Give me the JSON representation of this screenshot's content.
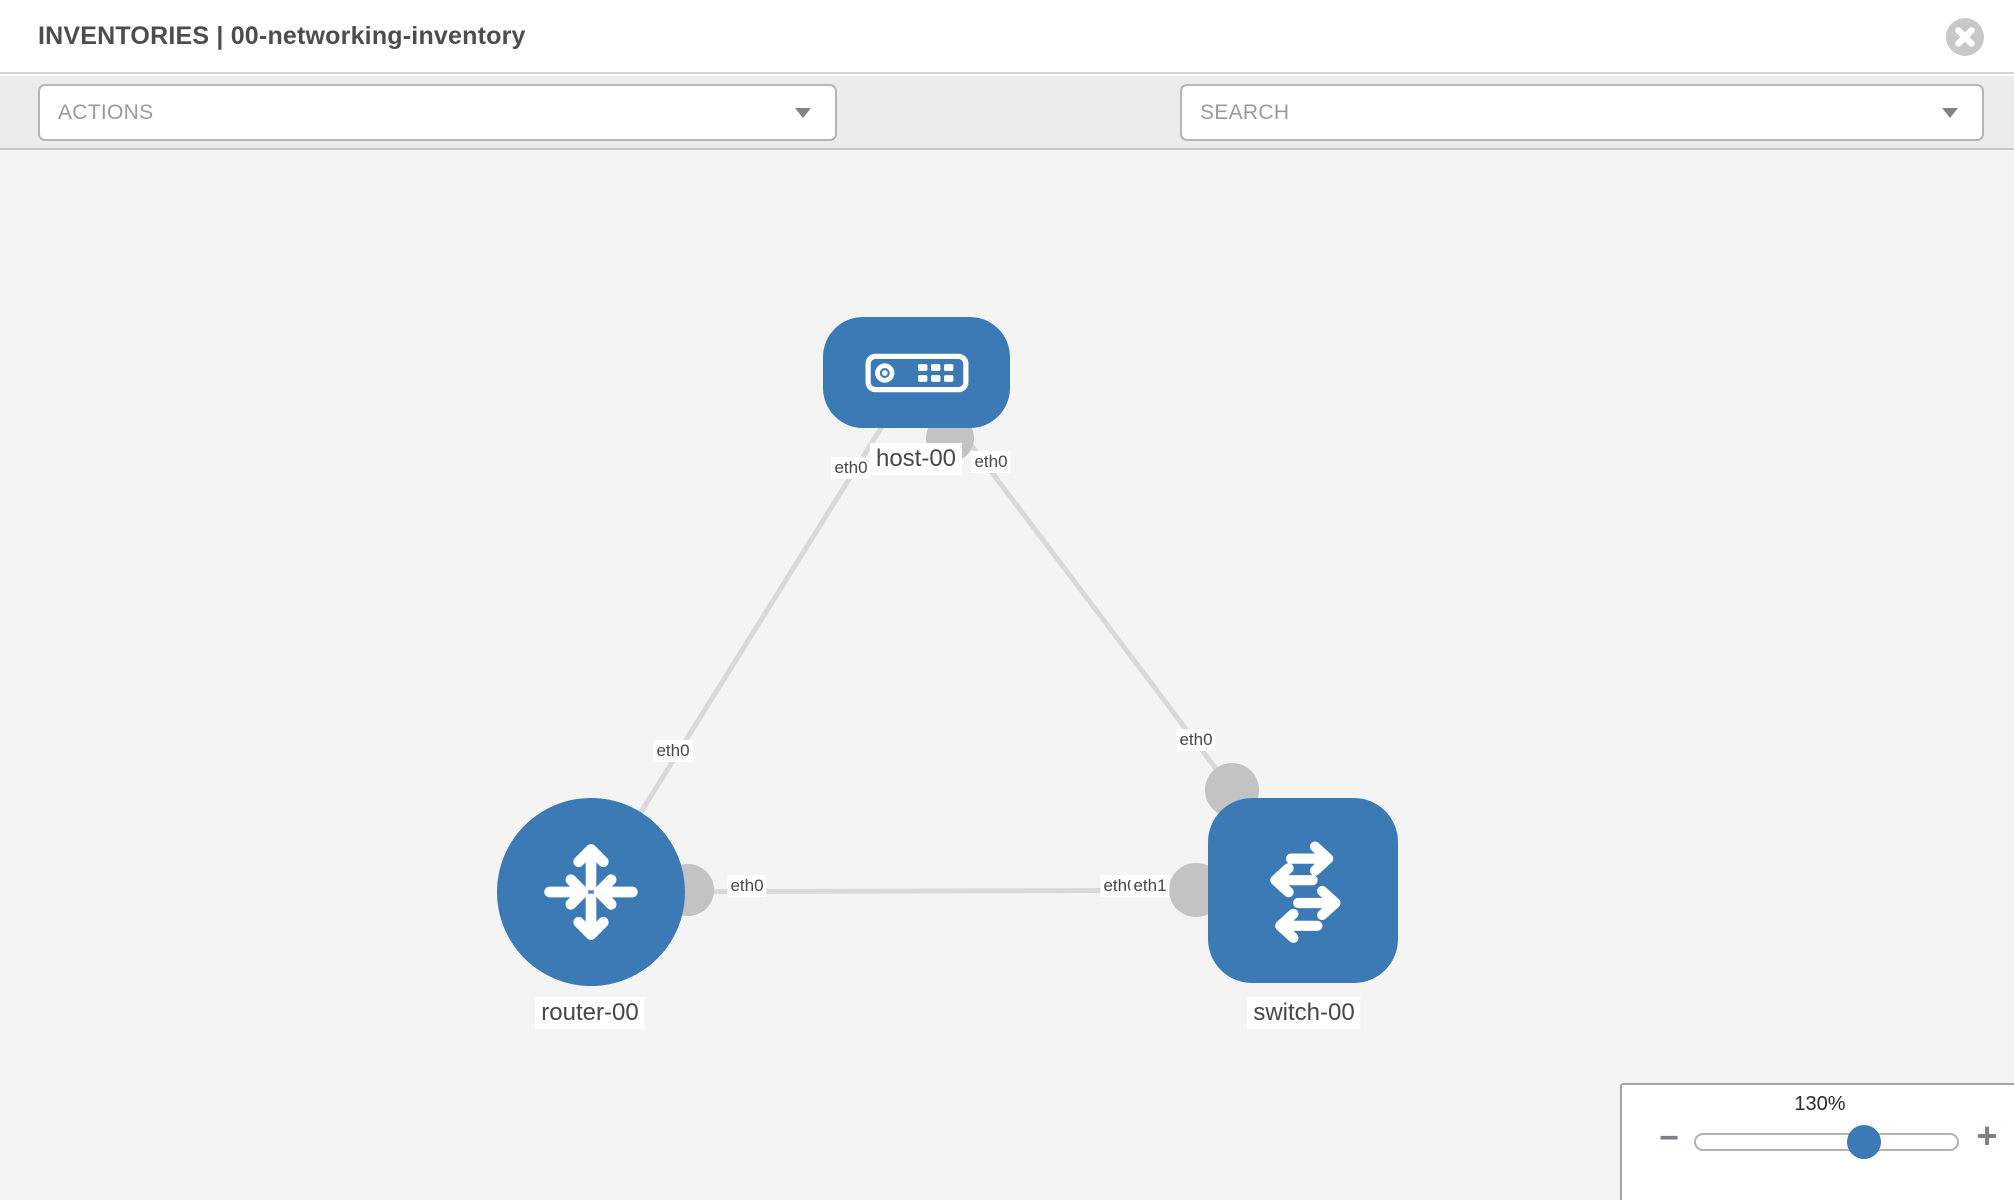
{
  "header": {
    "title": "INVENTORIES | 00-networking-inventory"
  },
  "toolbar": {
    "actions_dropdown_value": "ACTIONS",
    "search_dropdown_value": "SEARCH",
    "tool_icons": [
      "wrench",
      "key"
    ]
  },
  "topology": {
    "nodes": [
      {
        "label": "host-00",
        "type": "host"
      },
      {
        "label": "router-00",
        "type": "router"
      },
      {
        "label": "switch-00",
        "type": "switch"
      }
    ],
    "links": [
      {
        "from": "host-00",
        "from_port": "eth0",
        "to": "router-00",
        "to_port": "eth0"
      },
      {
        "from": "host-00",
        "from_port": "eth0",
        "to": "switch-00",
        "to_port": "eth0"
      },
      {
        "from": "router-00",
        "from_port": "eth0",
        "to": "switch-00",
        "to_port": "eth1"
      }
    ],
    "port_labels": [
      {
        "text": "eth0",
        "link": "host-router",
        "end": "host"
      },
      {
        "text": "eth0",
        "link": "host-router",
        "end": "router"
      },
      {
        "text": "eth0",
        "link": "host-switch",
        "end": "host"
      },
      {
        "text": "eth0",
        "link": "host-switch",
        "end": "switch"
      },
      {
        "text": "eth0",
        "link": "router-switch",
        "end": "router"
      },
      {
        "text": "eth0",
        "link": "router-switch",
        "end": "switch-underlay"
      },
      {
        "text": "eth1",
        "link": "router-switch",
        "end": "switch"
      }
    ]
  },
  "zoom_control": {
    "level": "130%",
    "minus_label": "−",
    "plus_label": "+"
  },
  "colors": {
    "node_blue": "#3b7ab5",
    "link_gray": "#d9d9d9",
    "port_dot_gray": "#c3c3c3"
  }
}
